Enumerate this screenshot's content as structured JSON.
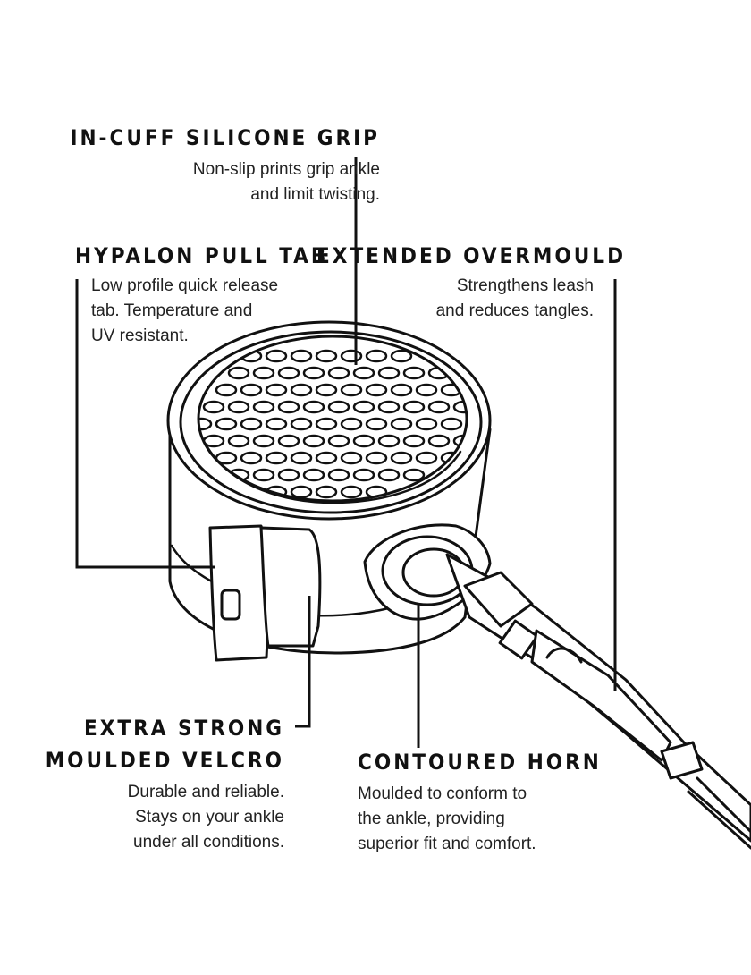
{
  "callouts": {
    "silicone_grip": {
      "title": "IN-CUFF SILICONE GRIP",
      "lines": [
        "Non-slip prints grip ankle",
        "and limit twisting."
      ]
    },
    "pull_tab": {
      "title": "HYPALON PULL TAB",
      "lines": [
        "Low profile quick release",
        "tab. Temperature and",
        "UV resistant."
      ]
    },
    "overmould": {
      "title": "EXTENDED OVERMOULD",
      "lines": [
        "Strengthens leash",
        "and reduces tangles."
      ]
    },
    "velcro": {
      "title_lines": [
        "EXTRA STRONG",
        "MOULDED VELCRO"
      ],
      "lines": [
        "Durable and reliable.",
        "Stays on your ankle",
        "under all conditions."
      ]
    },
    "horn": {
      "title": "CONTOURED HORN",
      "lines": [
        "Moulded to conform to",
        "the ankle, providing",
        "superior fit and comfort."
      ]
    }
  },
  "icons": {
    "product": "leash-ankle-cuff-illustration"
  },
  "colors": {
    "ink": "#111111",
    "background": "#ffffff"
  }
}
